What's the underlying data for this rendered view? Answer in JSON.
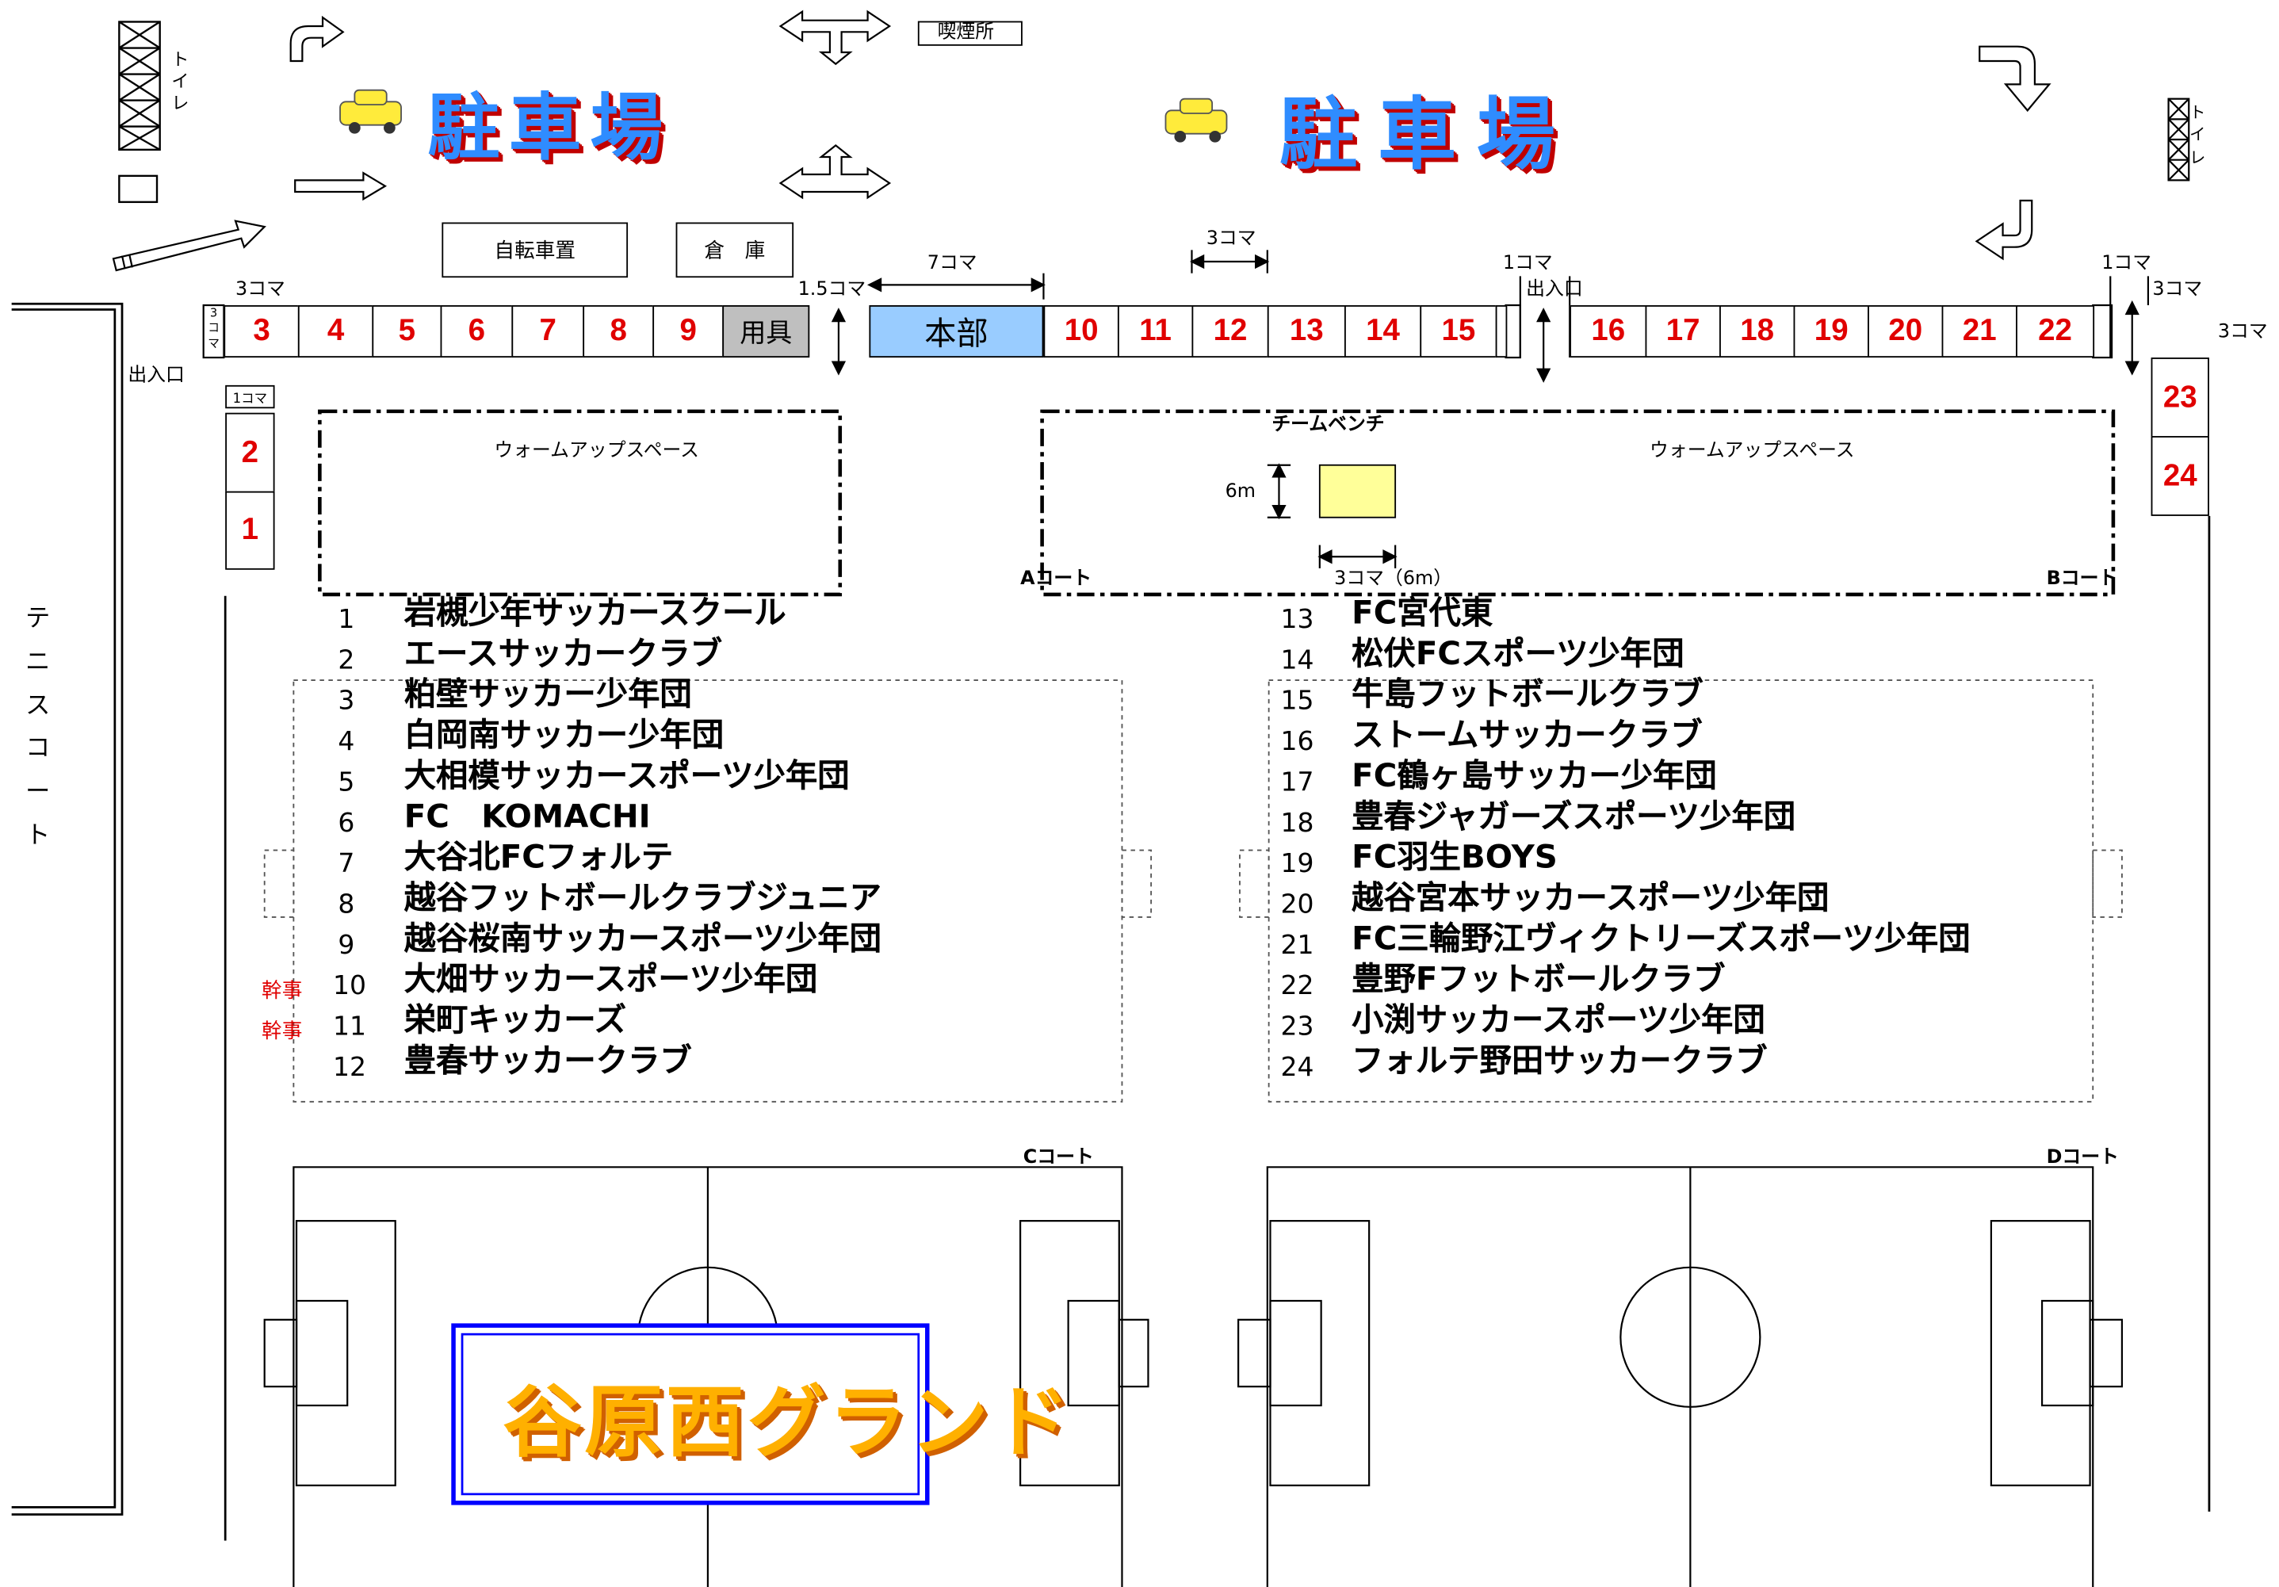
{
  "parking": {
    "left": "駐車場",
    "right": "駐車場"
  },
  "smoking": "喫煙所",
  "toilet_left": [
    "ト",
    "イ",
    "レ"
  ],
  "toilet_right": [
    "ト",
    "イ",
    "レ"
  ],
  "bike_parking": "自転車置",
  "warehouse": "倉　庫",
  "dims": {
    "koma3_left": "3コマ",
    "koma15": "1.5コマ",
    "koma7": "7コマ",
    "koma3_mid": "3コマ",
    "koma1_mid": "1コマ",
    "koma1_right": "1コマ",
    "koma3_right": "3コマ",
    "koma3_far": "3コマ",
    "koma1_small": "1コマ",
    "vert3": [
      "3",
      "コ",
      "マ"
    ],
    "bench_6m": "6m",
    "bench_width": "3コマ（6m）"
  },
  "entrances": {
    "left": "出入口",
    "right": "出入口"
  },
  "booths": {
    "left": [
      "3",
      "4",
      "5",
      "6",
      "7",
      "8",
      "9"
    ],
    "tool": "用具",
    "hq": "本部",
    "mid": [
      "10",
      "11",
      "12",
      "13",
      "14",
      "15"
    ],
    "right": [
      "16",
      "17",
      "18",
      "19",
      "20",
      "21",
      "22"
    ],
    "side_left": [
      "2",
      "1"
    ],
    "side_right": [
      "23",
      "24"
    ]
  },
  "warmup": {
    "left": "ウォームアップスペース",
    "right": "ウォームアップスペース",
    "bench": "チームベンチ"
  },
  "courts": {
    "a": "Aコート",
    "b": "Bコート",
    "c": "Cコート",
    "d": "Dコート"
  },
  "tennis": [
    "テ",
    "ニ",
    "ス",
    "コ",
    "ー",
    "ト"
  ],
  "ground_name": "谷原西グランド",
  "organizer": "幹事",
  "teams_left": [
    {
      "no": "1",
      "name": "岩槻少年サッカースクール",
      "mark": ""
    },
    {
      "no": "2",
      "name": "エースサッカークラブ",
      "mark": ""
    },
    {
      "no": "3",
      "name": "粕壁サッカー少年団",
      "mark": ""
    },
    {
      "no": "4",
      "name": "白岡南サッカー少年団",
      "mark": ""
    },
    {
      "no": "5",
      "name": "大相模サッカースポーツ少年団",
      "mark": ""
    },
    {
      "no": "6",
      "name": "FC　KOMACHI",
      "mark": ""
    },
    {
      "no": "7",
      "name": "大谷北FCフォルテ",
      "mark": ""
    },
    {
      "no": "8",
      "name": "越谷フットボールクラブジュニア",
      "mark": ""
    },
    {
      "no": "9",
      "name": "越谷桜南サッカースポーツ少年団",
      "mark": ""
    },
    {
      "no": "10",
      "name": "大畑サッカースポーツ少年団",
      "mark": "幹事"
    },
    {
      "no": "11",
      "name": "栄町キッカーズ",
      "mark": "幹事"
    },
    {
      "no": "12",
      "name": "豊春サッカークラブ",
      "mark": ""
    }
  ],
  "teams_right": [
    {
      "no": "13",
      "name": "FC宮代東"
    },
    {
      "no": "14",
      "name": "松伏FCスポーツ少年団"
    },
    {
      "no": "15",
      "name": "牛島フットボールクラブ"
    },
    {
      "no": "16",
      "name": "ストームサッカークラブ"
    },
    {
      "no": "17",
      "name": "FC鶴ヶ島サッカー少年団"
    },
    {
      "no": "18",
      "name": "豊春ジャガーズスポーツ少年団"
    },
    {
      "no": "19",
      "name": "FC羽生BOYS"
    },
    {
      "no": "20",
      "name": "越谷宮本サッカースポーツ少年団"
    },
    {
      "no": "21",
      "name": "FC三輪野江ヴィクトリーズスポーツ少年団"
    },
    {
      "no": "22",
      "name": "豊野Fフットボールクラブ"
    },
    {
      "no": "23",
      "name": "小渕サッカースポーツ少年団"
    },
    {
      "no": "24",
      "name": "フォルテ野田サッカークラブ"
    }
  ],
  "colors": {
    "booth_number": "#e00000",
    "hq": "#99ccff",
    "tool": "#bfbfbf",
    "bench": "#ffff99",
    "parking_text": "#2f8cff",
    "ground_text": "#ffb000",
    "ground_border": "#0000ff"
  }
}
